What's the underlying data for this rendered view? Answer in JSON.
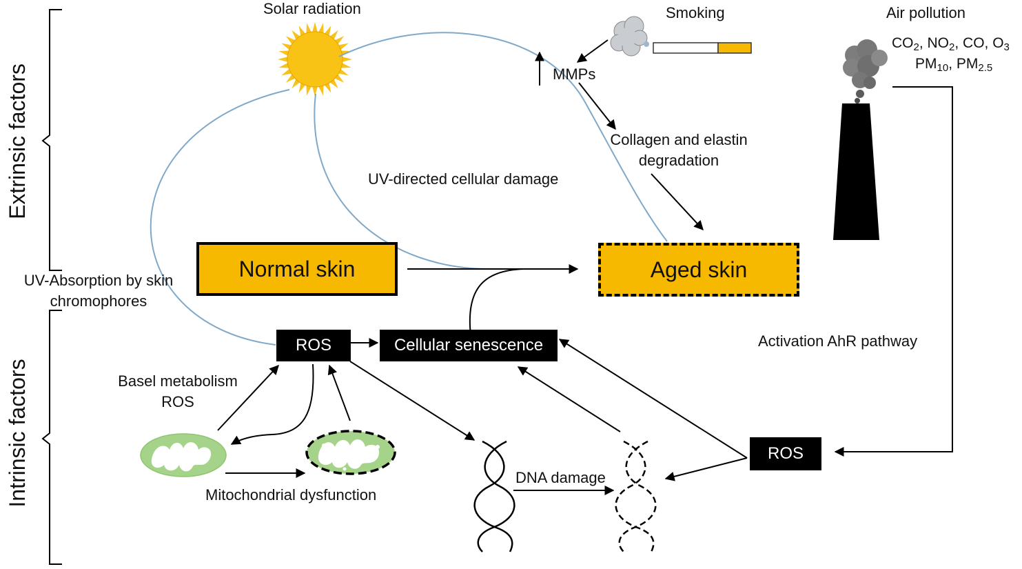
{
  "side_labels": {
    "extrinsic": "Extrinsic factors",
    "intrinsic": "Intrinsic factors"
  },
  "sources": {
    "solar": "Solar radiation",
    "smoking": "Smoking",
    "air_pollution": "Air pollution",
    "pollutants": {
      "co2": "CO",
      "co2_sub": "2",
      "no2": "NO",
      "no2_sub": "2",
      "co": "CO",
      "o3": "O",
      "o3_sub": "3",
      "pm10": "PM",
      "pm10_sub": "10",
      "pm25": "PM",
      "pm25_sub": "2.5",
      "sep": ", "
    }
  },
  "labels": {
    "mmps": "MMPs",
    "collagen_line1": "Collagen and elastin",
    "collagen_line2": "degradation",
    "uv_damage": "UV-directed cellular damage",
    "uv_absorption_line1": "UV-Absorption by skin",
    "uv_absorption_line2": "chromophores",
    "basel_line1": "Basel metabolism",
    "basel_line2": "ROS",
    "mito": "Mitochondrial dysfunction",
    "dna": "DNA damage",
    "ahr": "Activation AhR pathway"
  },
  "boxes": {
    "normal_skin": "Normal skin",
    "aged_skin": "Aged skin",
    "ros_left": "ROS",
    "senescence": "Cellular senescence",
    "ros_right": "ROS"
  },
  "colors": {
    "skin_box": "#f7b800",
    "uv_curve": "#7fa8c9",
    "sun": "#f7c21a",
    "mito_fill": "#a6d38a",
    "smoke": "#c9ccd0",
    "factory_smoke": "#7d7d7d"
  }
}
